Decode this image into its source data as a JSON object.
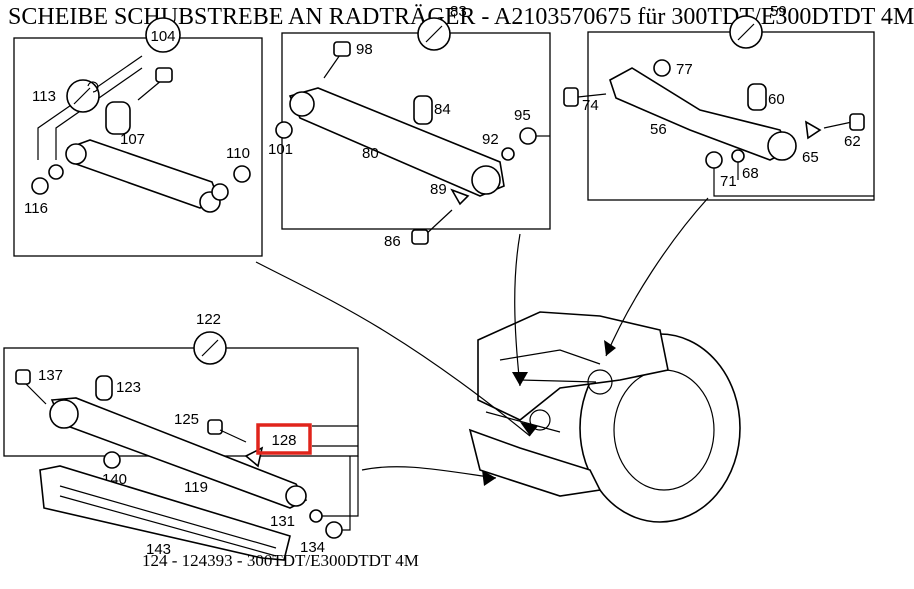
{
  "title": "SCHEIBE SCHUBSTREBE AN RADTRÄGER - A2103570675 für 300TDT/E300DTDT 4M",
  "footer": "124 - 124393 - 300TDT/E300DTDT 4M",
  "highlight_color": "#e0241b",
  "callouts": {
    "c104": "104",
    "c113": "113",
    "c107": "107",
    "c110": "110",
    "c116": "116",
    "c83": "83",
    "c98": "98",
    "c84": "84",
    "c101": "101",
    "c80": "80",
    "c95": "95",
    "c92": "92",
    "c89": "89",
    "c86": "86",
    "c59": "59",
    "c77": "77",
    "c74": "74",
    "c60": "60",
    "c56": "56",
    "c65": "65",
    "c62": "62",
    "c71": "71",
    "c68": "68",
    "c122": "122",
    "c137": "137",
    "c123": "123",
    "c125": "125",
    "c128": "128",
    "c140": "140",
    "c119": "119",
    "c131": "131",
    "c134": "134",
    "c143": "143"
  },
  "icons": {
    "group_wrench_icon": "wrench-icon"
  }
}
